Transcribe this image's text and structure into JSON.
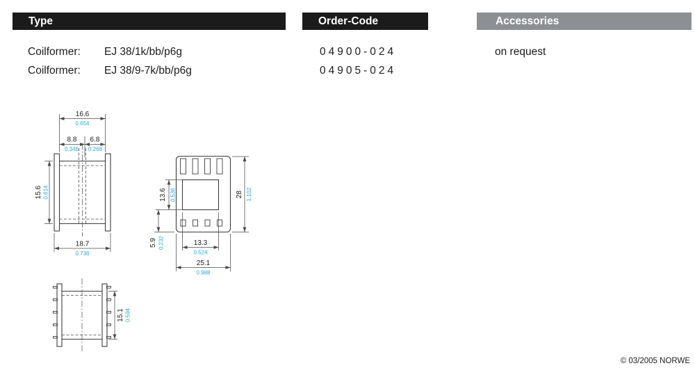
{
  "header": {
    "type_label": "Type",
    "order_code_label": "Order-Code",
    "accessories_label": "Accessories"
  },
  "products": [
    {
      "category": "Coilformer:",
      "name": "EJ 38/1k/bb/p6g",
      "order_code": "04900-024"
    },
    {
      "category": "Coilformer:",
      "name": "EJ 38/9-7k/bb/p6g",
      "order_code": "04905-024"
    }
  ],
  "accessories": {
    "value": "on request"
  },
  "footer": {
    "copyright": "© 03/2005 NORWE"
  },
  "colors": {
    "bar_dark": "#1b1b1b",
    "bar_gray": "#8d9093",
    "dimension_mm": "#1a1a1a",
    "dimension_inch": "#29abe2"
  },
  "drawing": {
    "front_view": {
      "top_width": {
        "mm": "16.6",
        "inch": "0.654"
      },
      "left_offset": {
        "mm": "8.8",
        "inch": "0.346"
      },
      "right_offset": {
        "mm": "6.8",
        "inch": "0.268"
      },
      "height": {
        "mm": "15.6",
        "inch": "0.614"
      },
      "bottom_width": {
        "mm": "18.7",
        "inch": "0.736"
      }
    },
    "top_view": {
      "window_height": {
        "mm": "13.6",
        "inch": "0.536"
      },
      "overall_height": {
        "mm": "28",
        "inch": "1.102"
      },
      "pin_section": {
        "mm": "5.9",
        "inch": "0.232"
      },
      "window_width": {
        "mm": "13.3",
        "inch": "0.524"
      },
      "overall_width": {
        "mm": "25.1",
        "inch": "0.988"
      }
    },
    "side_view": {
      "height": {
        "mm": "15.1",
        "inch": "0.594"
      }
    }
  }
}
